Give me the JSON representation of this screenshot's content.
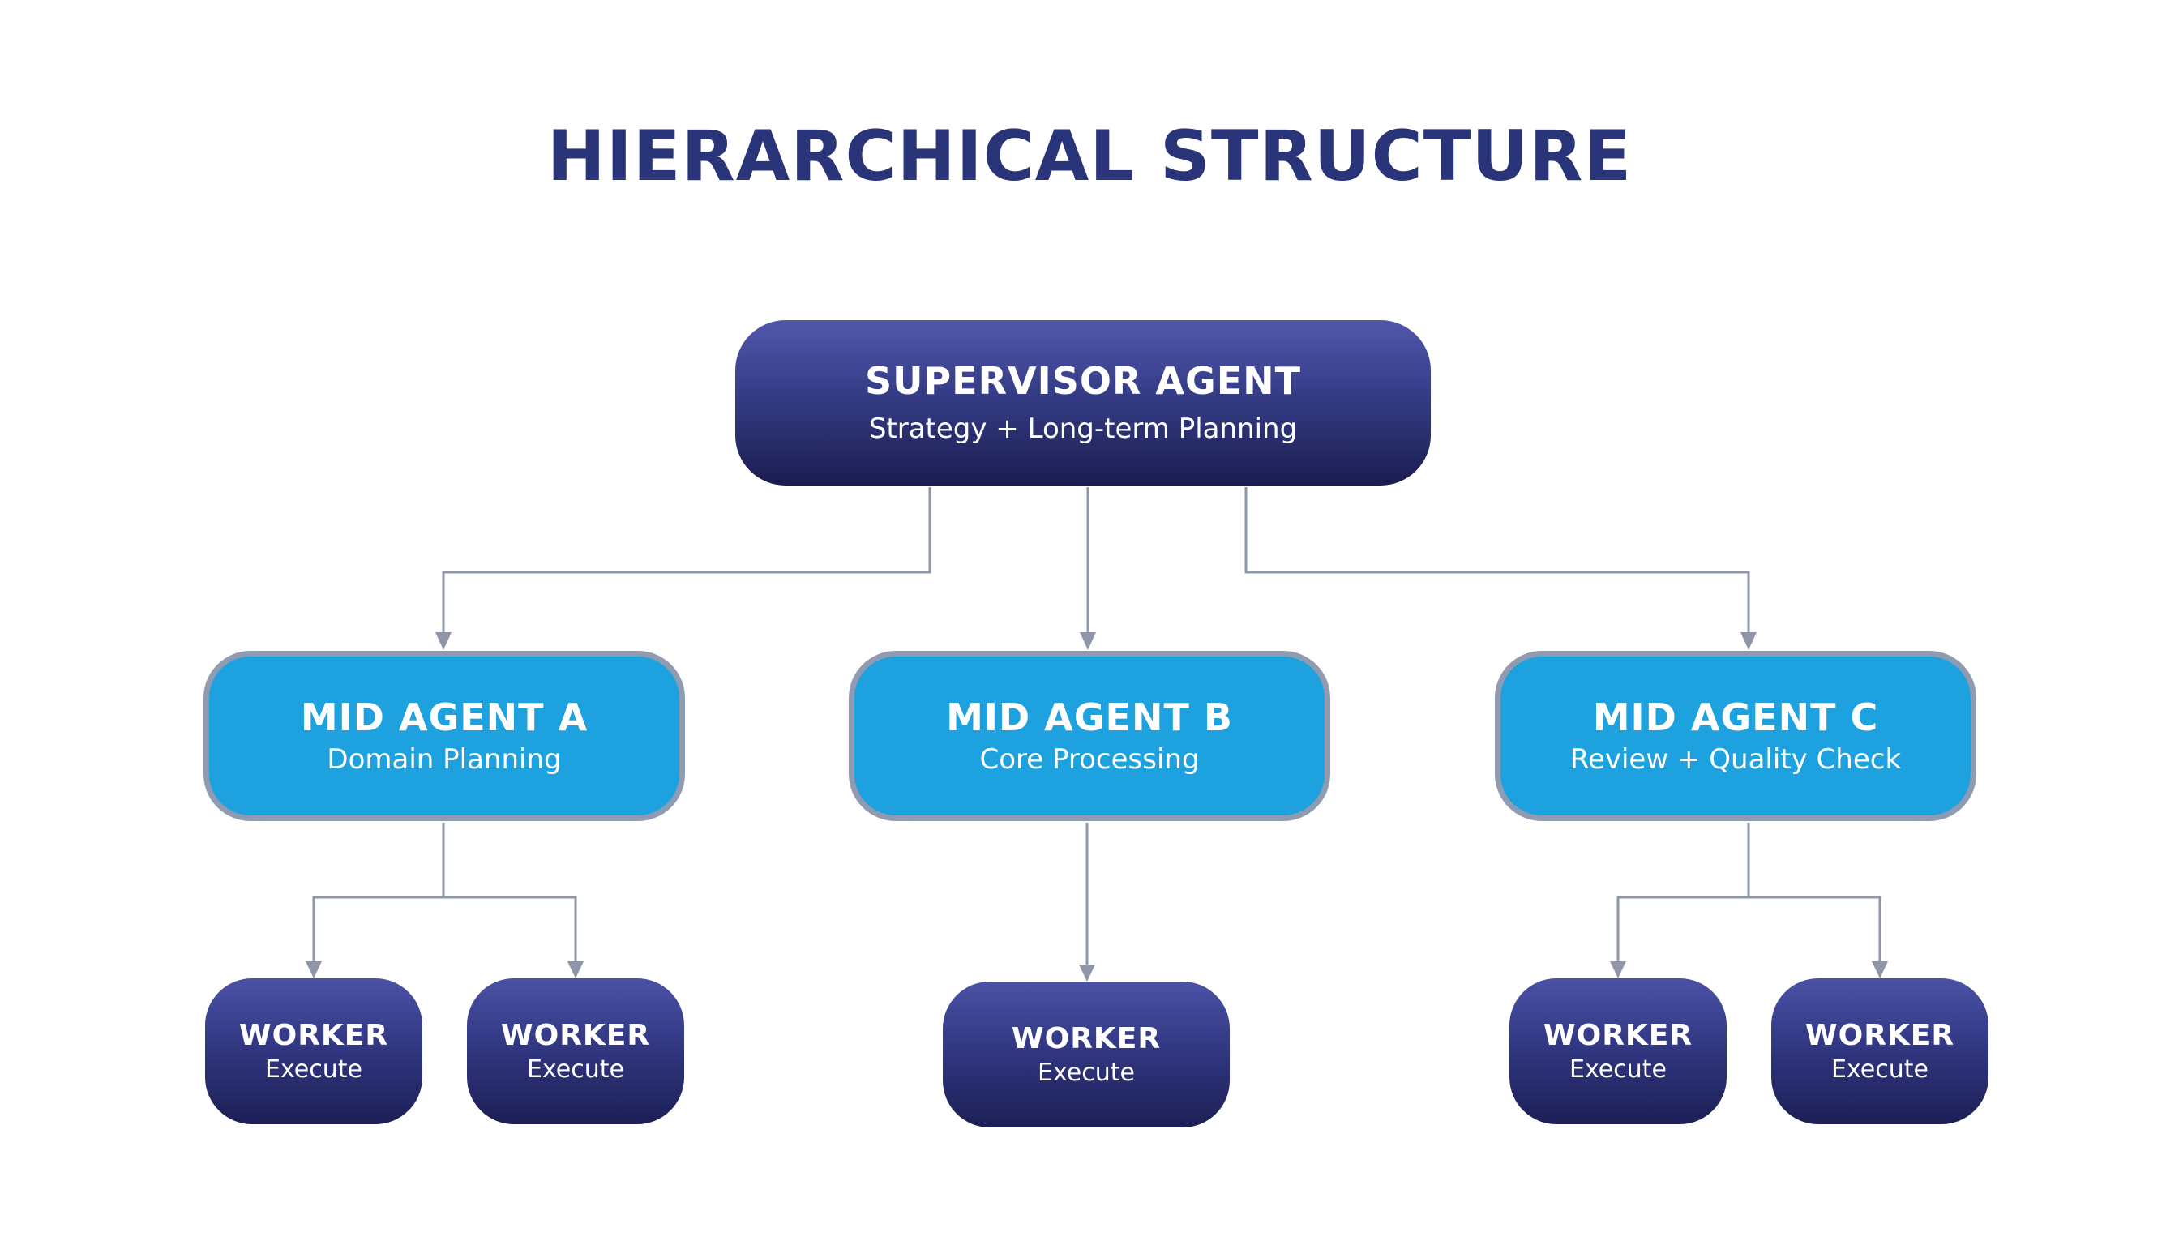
{
  "title": "HIERARCHICAL STRUCTURE",
  "colors": {
    "title": "#2a3478",
    "supervisor": "#353c86",
    "mid": "#1da2df",
    "mid_border": "#8f9bb0",
    "worker": "#323883",
    "connector": "#8e96a8"
  },
  "supervisor": {
    "title": "SUPERVISOR AGENT",
    "subtitle": "Strategy + Long-term Planning"
  },
  "mid_agents": [
    {
      "title": "MID AGENT A",
      "subtitle": "Domain Planning"
    },
    {
      "title": "MID AGENT B",
      "subtitle": "Core Processing"
    },
    {
      "title": "MID AGENT C",
      "subtitle": "Review + Quality Check"
    }
  ],
  "workers": [
    {
      "title": "WORKER",
      "subtitle": "Execute"
    },
    {
      "title": "WORKER",
      "subtitle": "Execute"
    },
    {
      "title": "WORKER",
      "subtitle": "Execute"
    },
    {
      "title": "WORKER",
      "subtitle": "Execute"
    },
    {
      "title": "WORKER",
      "subtitle": "Execute"
    }
  ]
}
